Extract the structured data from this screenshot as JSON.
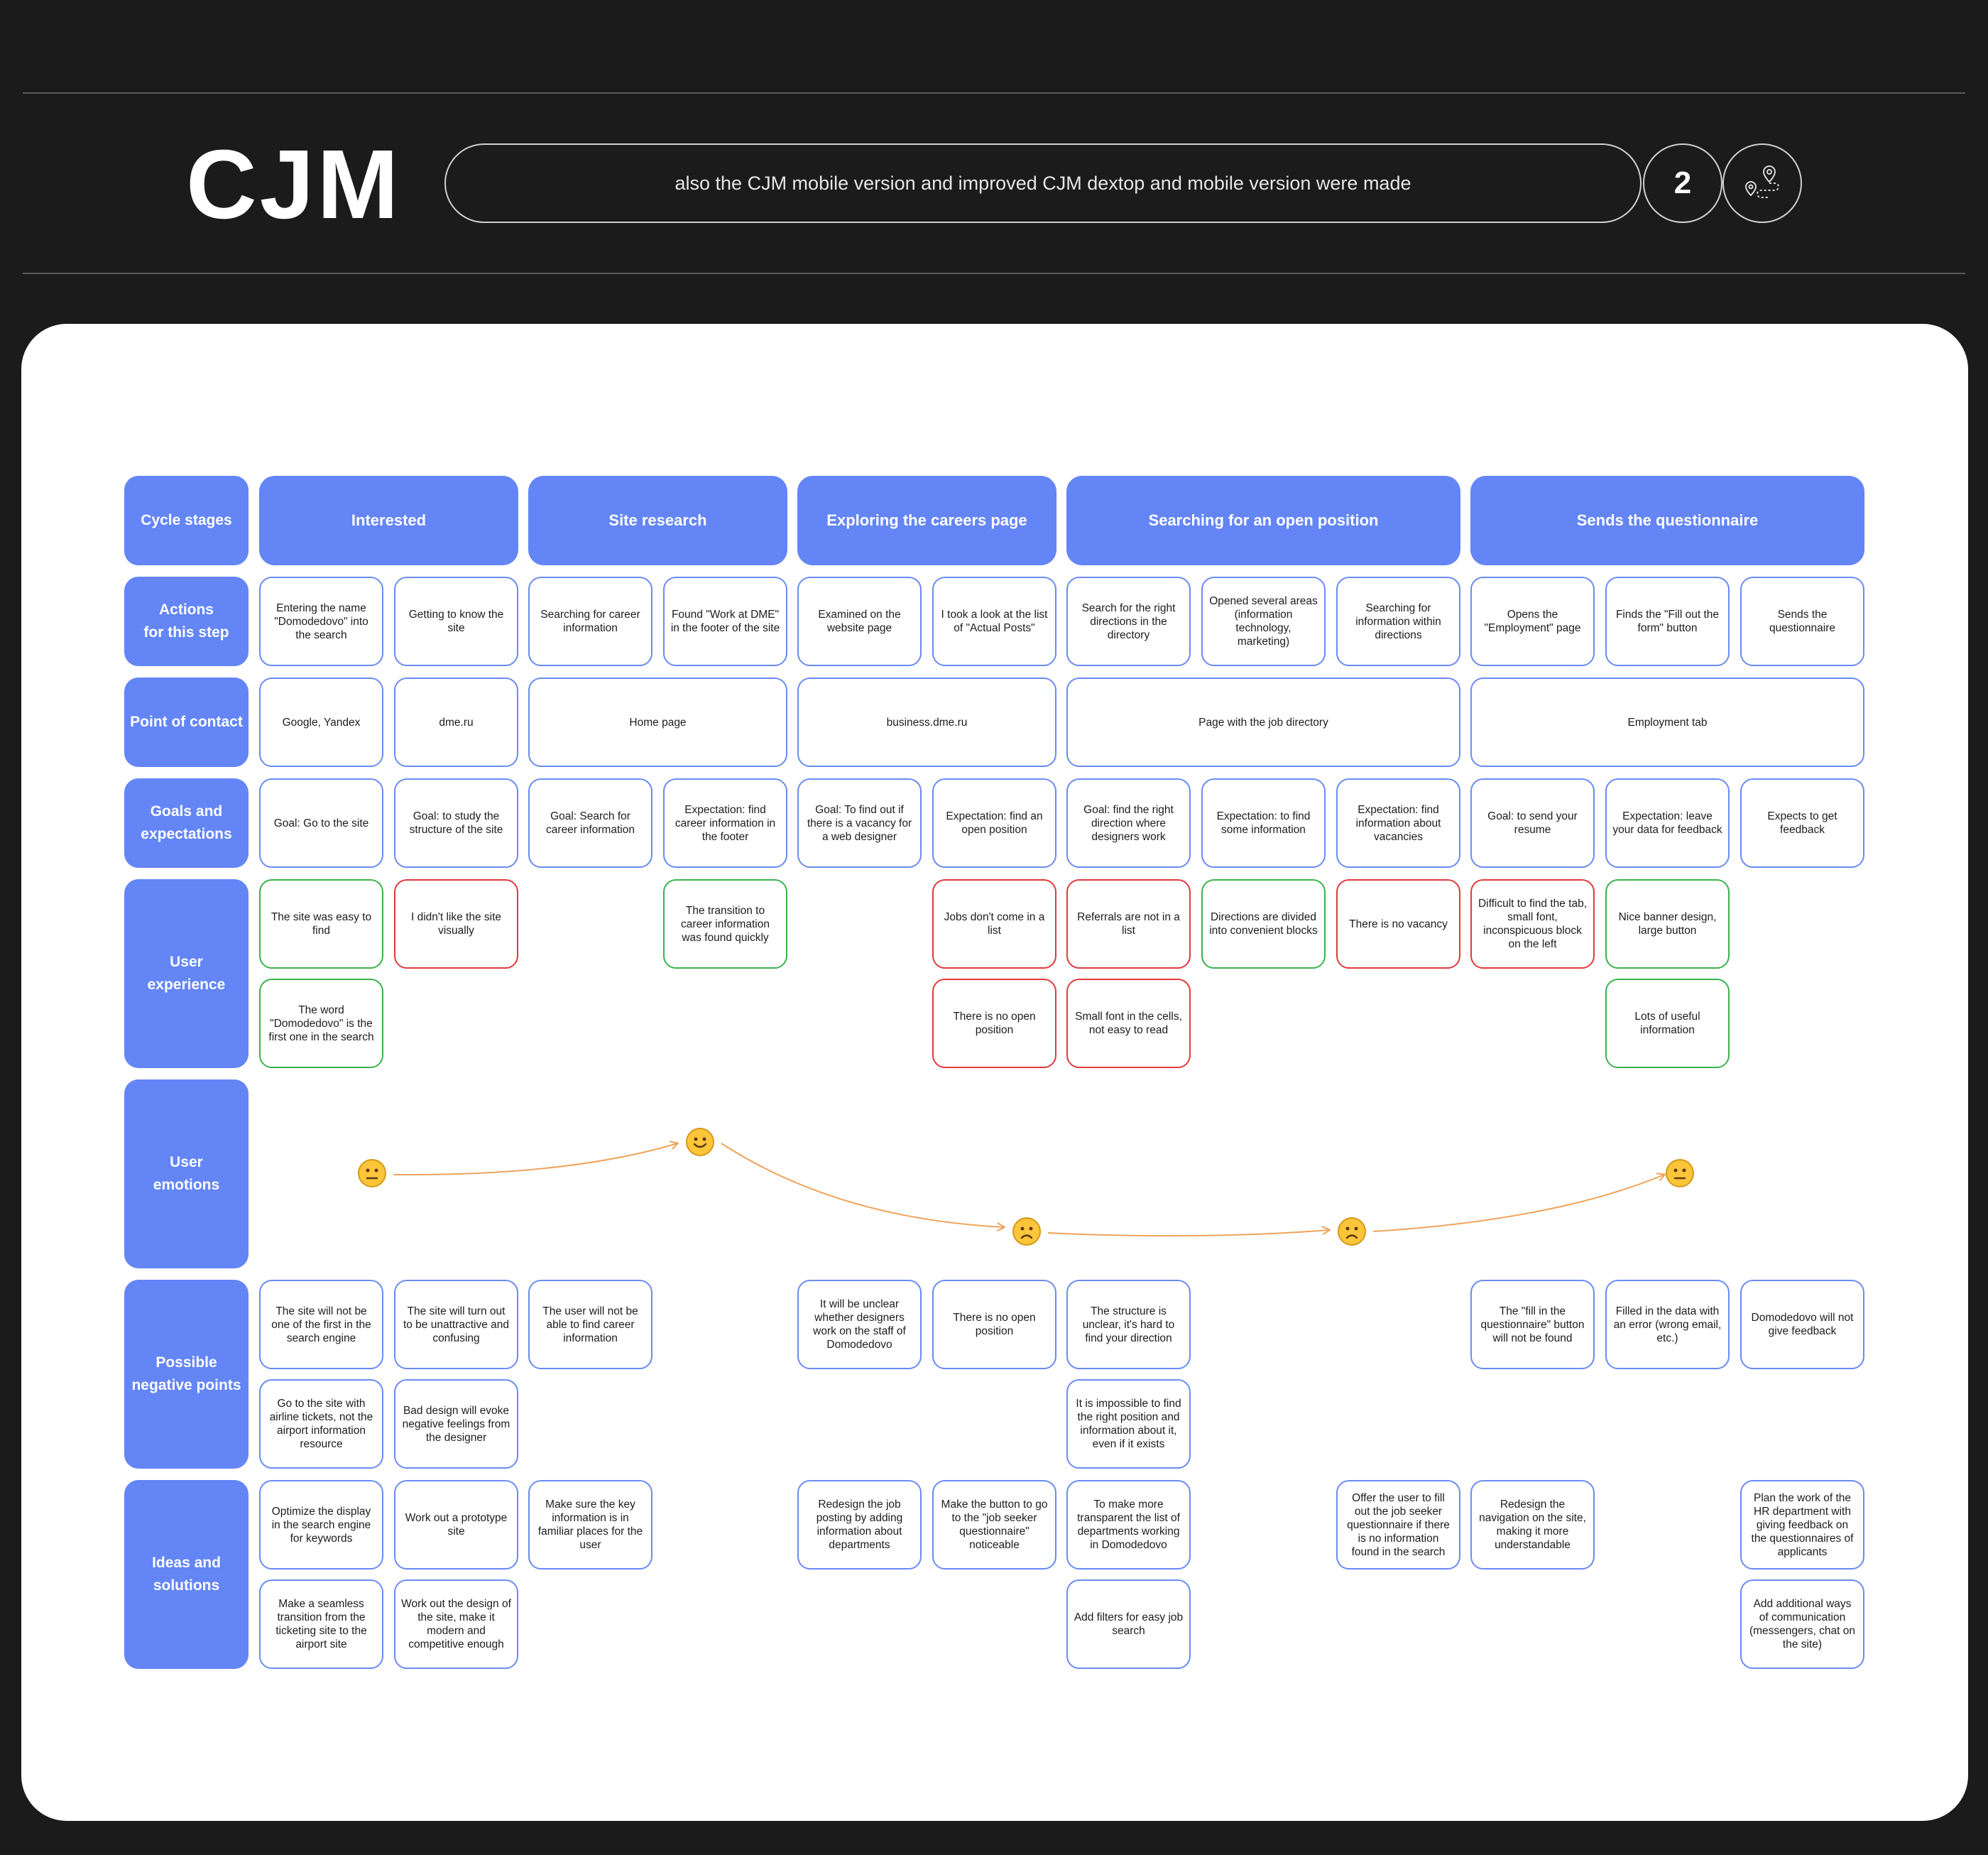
{
  "header": {
    "title": "CJM",
    "subtitle": "also the CJM mobile version and improved CJM dextop and mobile version were made",
    "number": "2",
    "icon": "route-map-icon"
  },
  "colors": {
    "background": "#1b1b1b",
    "board": "#ffffff",
    "accent": "#6385f6",
    "positive": "#3bb24c",
    "negative": "#e23a3a",
    "emotion_line": "#f0a35a"
  },
  "row_labels": [
    "Cycle stages",
    "Actions\nfor this step",
    "Point of contact",
    "Goals and\nexpectations",
    "User\nexperience",
    "User\nemotions",
    "Possible\nnegative points",
    "Ideas and\nsolutions"
  ],
  "stages": [
    "Interested",
    "Site research",
    "Exploring the careers page",
    "Searching for an open position",
    "Sends the questionnaire"
  ],
  "actions": [
    "Entering the name \"Domodedovo\" into the search",
    "Getting to know the site",
    "Searching for career information",
    "Found \"Work at DME\" in the footer of the site",
    "Examined on the website page",
    "I took a look at the list of \"Actual Posts\"",
    "Search for the right directions in the directory",
    "Opened several areas (information technology, marketing)",
    "Searching for information within directions",
    "Opens the \"Employment\" page",
    "Finds the \"Fill out the form\" button",
    "Sends the questionnaire"
  ],
  "contacts": [
    "Google, Yandex",
    "dme.ru",
    "Home page",
    "business.dme.ru",
    "Page with the job directory",
    "Employment tab"
  ],
  "goals": [
    "Goal: Go to the site",
    "Goal: to study the structure of the site",
    "Goal: Search for career information",
    "Expectation: find career information in the footer",
    "Goal: To find out if there is a vacancy for a web designer",
    "Expectation: find an open position",
    "Goal: find the right direction where designers work",
    "Expectation: to find some information",
    "Expectation: find information about vacancies",
    "Goal: to send your resume",
    "Expectation: leave your data for feedback",
    "Expects to get feedback"
  ],
  "experience": [
    "The site was easy to find",
    "I didn't like the site visually",
    "The transition to career information was found quickly",
    "Jobs don't come in a list",
    "Referrals are not in a list",
    "Directions are divided into convenient blocks",
    "There is no vacancy",
    "Difficult to find the tab, small font, inconspicuous block on the left",
    "Nice banner design, large button",
    "The word \"Domodedovo\" is the first one in the search",
    "There is no open position",
    "Small font in the cells, not easy to read",
    "Lots of useful information"
  ],
  "emotions": [
    "neutral",
    "happy",
    "sad",
    "sad",
    "neutral"
  ],
  "negatives": [
    "The site will not be one of the first in the search engine",
    "The site will turn out to be unattractive and confusing",
    "The user will not be able to find career information",
    "It will be unclear whether designers work on the staff of Domodedovo",
    "There is no open position",
    "The structure is unclear, it's hard to find your direction",
    "The \"fill in the questionnaire\" button will not be found",
    "Filled in the data with an error (wrong email, etc.)",
    "Domodedovo will not give feedback",
    "Go to the site with airline tickets, not the airport information resource",
    "Bad design will evoke negative feelings from the designer",
    "It is impossible to find the right position and information about it, even if it exists"
  ],
  "ideas": [
    "Optimize the display in the search engine for keywords",
    "Work out a prototype site",
    "Make sure the key information is in familiar places for the user",
    "Redesign the job posting by adding information about departments",
    "Make the button to go to the \"job seeker questionnaire\" noticeable",
    "To make more transparent the list of departments working in Domodedovo",
    "Offer the user to fill out the job seeker questionnaire if there is no information found in the search",
    "Redesign the navigation on the site, making it more understandable",
    "Plan the work of the HR department with giving feedback on the questionnaires of applicants",
    "Make a seamless transition from the ticketing site to the airport site",
    "Work out the design of the site, make it modern and competitive enough",
    "Add filters for easy job search",
    "Add additional ways of communication (messengers, chat on the site)"
  ]
}
